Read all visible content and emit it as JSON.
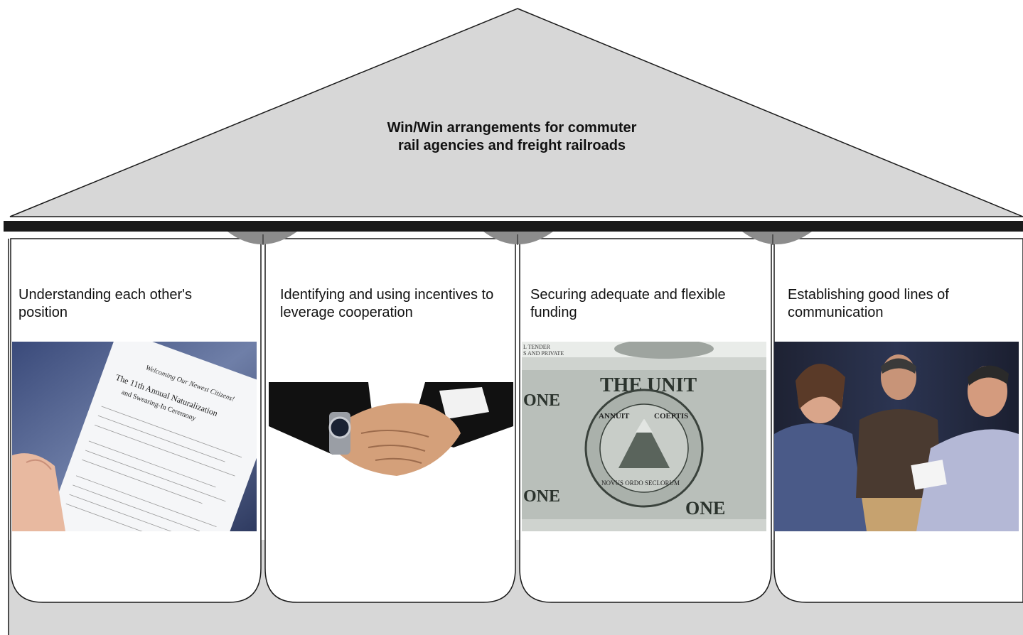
{
  "roof": {
    "title_line1": "Win/Win arrangements for commuter",
    "title_line2": "rail agencies and freight railroads"
  },
  "pillars": [
    {
      "label_line1": "Understanding each other's",
      "label_line2": "position",
      "image": "naturalization-certificate-photo",
      "image_text": {
        "line1": "Welcoming Our Newest Citizens!",
        "line2": "The 11th Annual Naturalization",
        "line3": "and Swearing-In Ceremony"
      }
    },
    {
      "label_line1": "Identifying and using incentives to",
      "label_line2": "leverage cooperation",
      "image": "handshake-photo"
    },
    {
      "label_line1": "Securing adequate and flexible",
      "label_line2": "funding",
      "image": "dollar-bill-photo",
      "image_text": {
        "top": "THE UNIT",
        "one_left": "ONE",
        "seal_left": "ANNUIT",
        "seal_right": "COEPTIS",
        "seal_bottom": "NOVUS ORDO SECLORUM",
        "one_bottom": "ONE",
        "one_right": "ONE",
        "tender": "L TENDER",
        "private": "S AND PRIVATE"
      }
    },
    {
      "label_line1": "Establishing good lines of",
      "label_line2": "communication",
      "image": "business-meeting-photo"
    }
  ],
  "colors": {
    "roof_fill": "#d7d7d7",
    "beam": "#1a1a1a",
    "capital": "#8c8c8c",
    "base_fill": "#d7d7d7",
    "outline": "#1a1a1a"
  }
}
